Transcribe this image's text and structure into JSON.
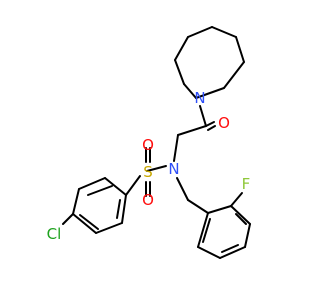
{
  "molecule": {
    "atoms": {
      "N_azepane": {
        "text": "N",
        "color": "#3050f8"
      },
      "O_carbonyl": {
        "text": "O",
        "color": "#ff0d0d"
      },
      "N_sulfonamide": {
        "text": "N",
        "color": "#3050f8"
      },
      "S": {
        "text": "S",
        "color": "#c8a800"
      },
      "O_sulfonyl_top": {
        "text": "O",
        "color": "#ff0d0d"
      },
      "O_sulfonyl_bottom": {
        "text": "O",
        "color": "#ff0d0d"
      },
      "Cl": {
        "text": "Cl",
        "color": "#1fa21f"
      },
      "F": {
        "text": "F",
        "color": "#8fc83a"
      }
    },
    "bond_color": "#000000"
  }
}
